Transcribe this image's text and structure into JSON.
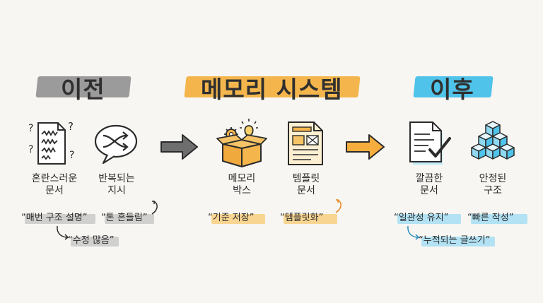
{
  "colors": {
    "gray_bar": "#9b9b9b",
    "orange_bar": "#f4b64c",
    "blue_bar": "#4fc3ea",
    "arrow_gray": "#6e6e6e",
    "arrow_orange": "#f5ae3e",
    "ink": "#2b2b2b"
  },
  "sections": {
    "before": {
      "title": "이전",
      "items": [
        {
          "label_line1": "혼란스러운",
          "label_line2": "문서",
          "icon": "chaotic-document-icon"
        },
        {
          "label_line1": "반복되는",
          "label_line2": "지시",
          "icon": "repeat-speech-bubble-icon"
        }
      ],
      "quotes": [
        "“매번 구조 설명”",
        "“톤 흔들림”",
        "“수정 많음”"
      ]
    },
    "memory": {
      "title": "메모리 시스템",
      "items": [
        {
          "label_line1": "메모리",
          "label_line2": "박스",
          "icon": "memory-box-icon"
        },
        {
          "label_line1": "템플릿",
          "label_line2": "문서",
          "icon": "template-document-icon"
        }
      ],
      "quotes": [
        "“기준 저장”",
        "“템플릿화”"
      ]
    },
    "after": {
      "title": "이후",
      "items": [
        {
          "label_line1": "깔끔한",
          "label_line2": "문서",
          "icon": "clean-document-check-icon"
        },
        {
          "label_line1": "안정된",
          "label_line2": "구조",
          "icon": "stacked-blocks-icon"
        }
      ],
      "quotes": [
        "“일관성 유지”",
        "“빠른 작성”",
        "“누적되는 글쓰기”"
      ]
    }
  }
}
